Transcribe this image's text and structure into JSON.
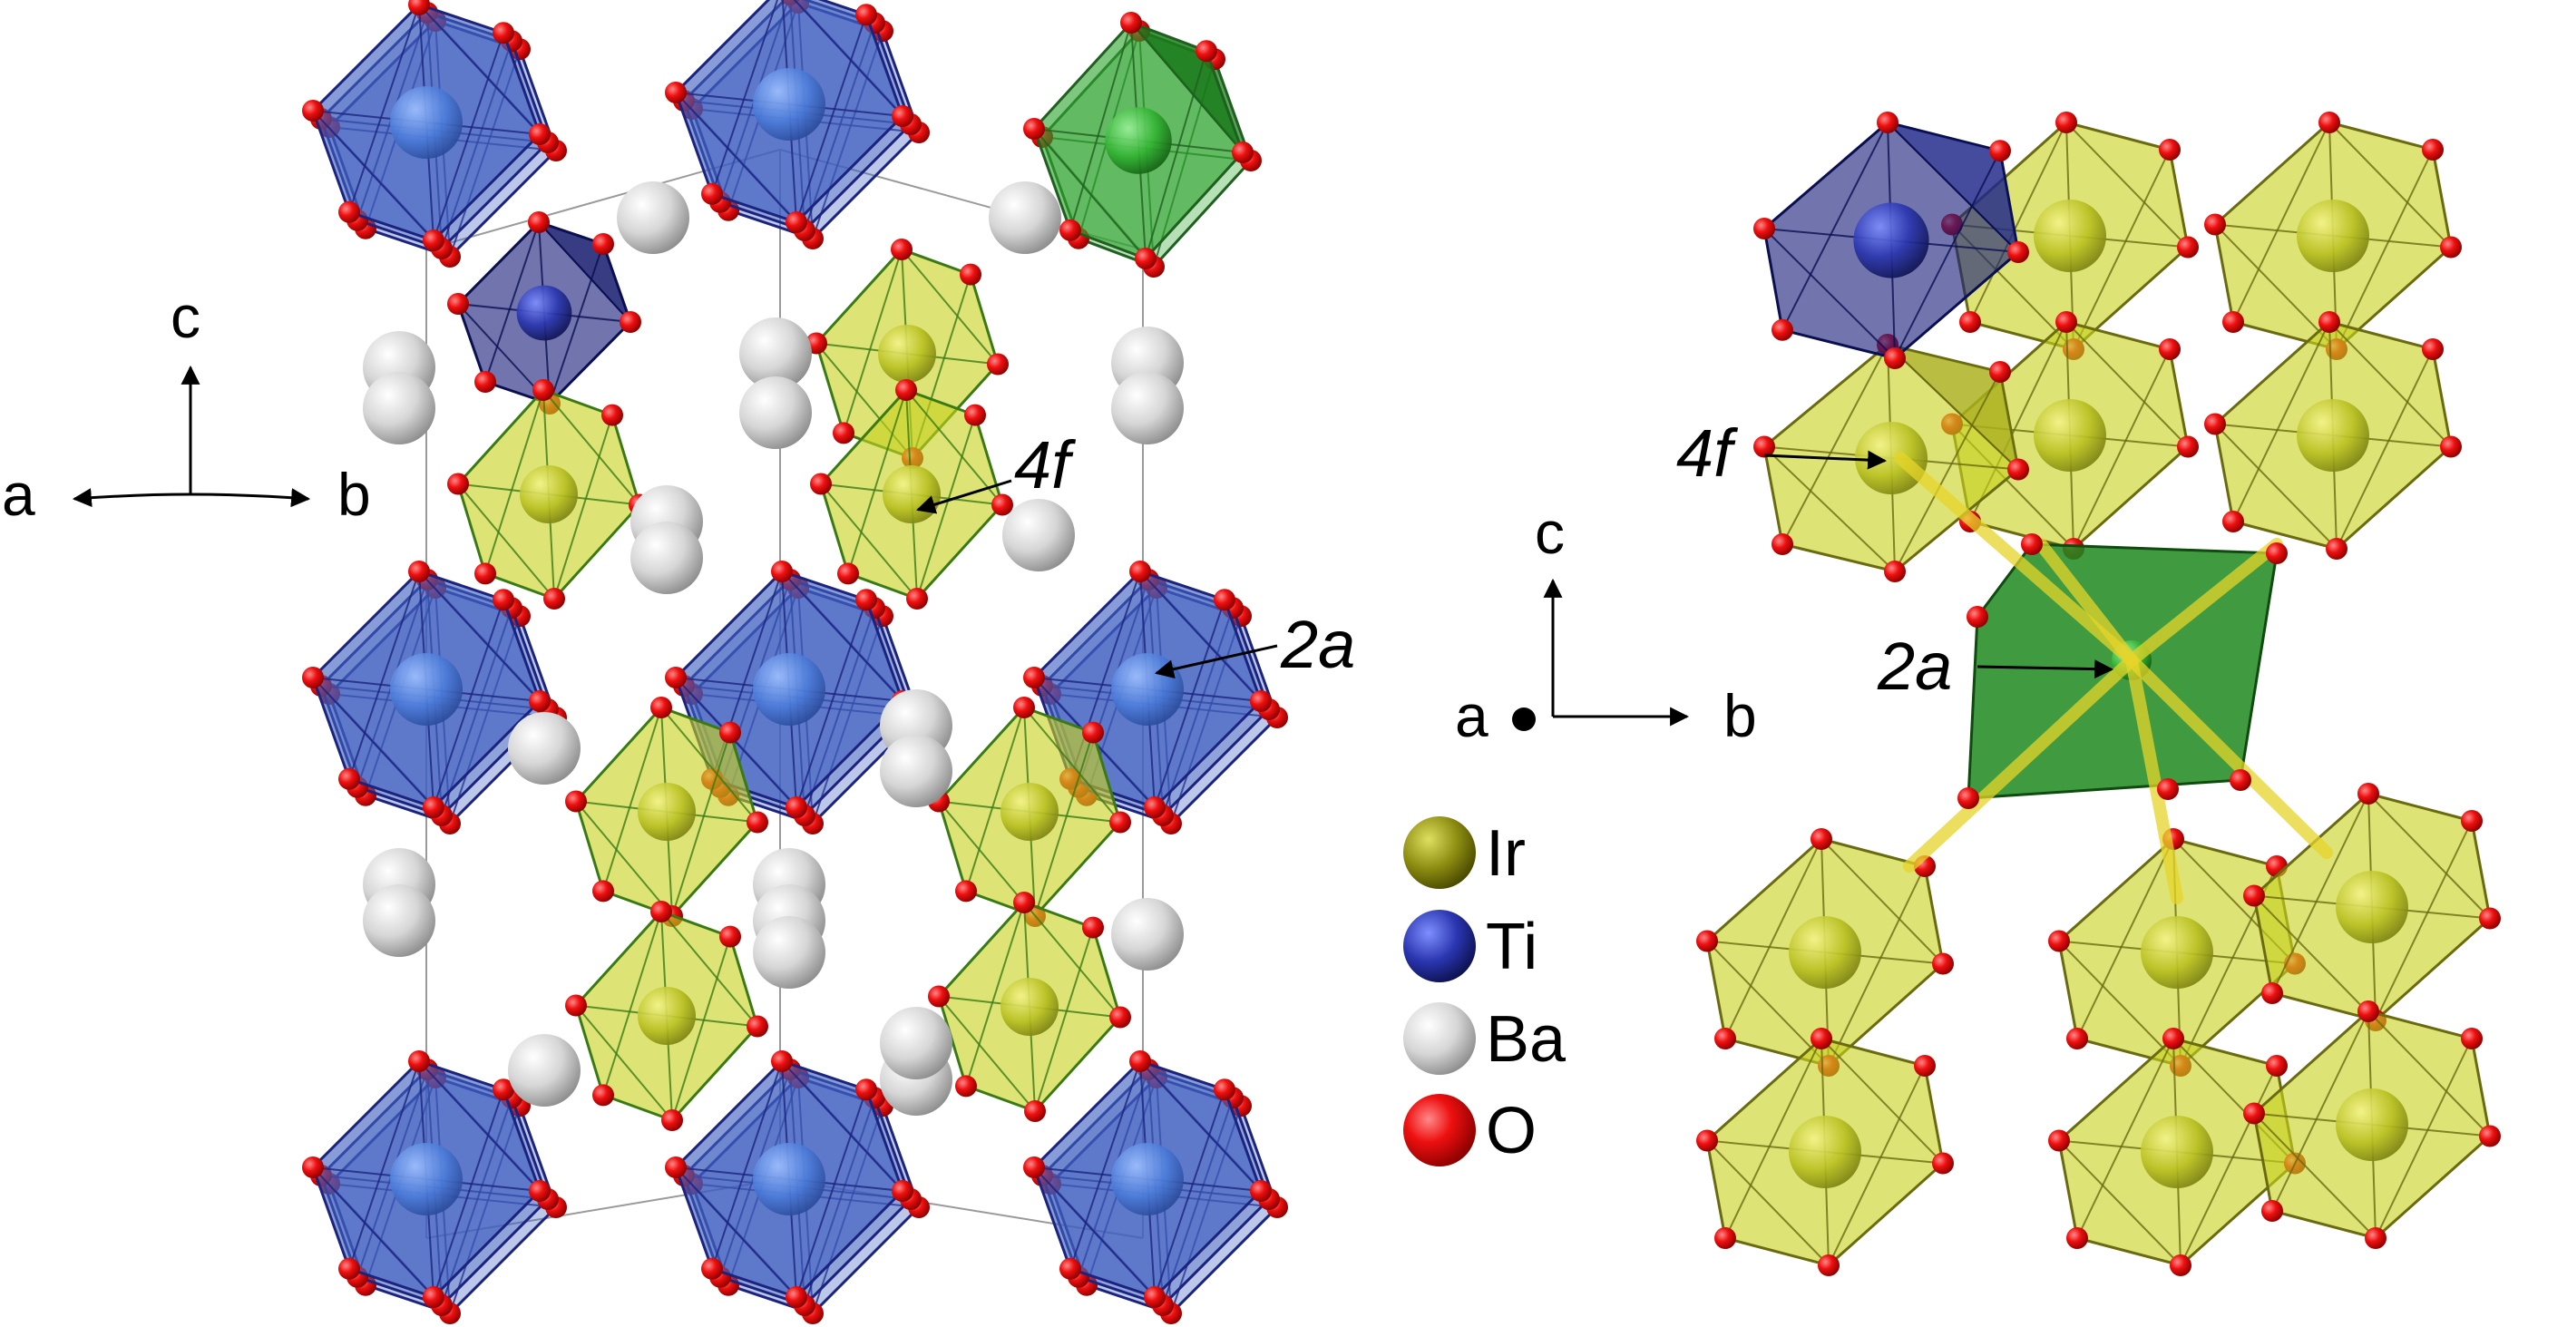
{
  "left_panel": {
    "axes": {
      "c": "c",
      "a": "a",
      "b": "b"
    },
    "site_labels": {
      "f": "4f",
      "a": "2a"
    }
  },
  "right_panel": {
    "axes": {
      "c": "c",
      "a": "a",
      "b": "b"
    },
    "site_labels": {
      "f": "4f",
      "a": "2a"
    }
  },
  "legend": [
    {
      "label": "Ir",
      "color": "#7a7a0a"
    },
    {
      "label": "Ti",
      "color": "#1f2a8c"
    },
    {
      "label": "Ba",
      "color": "#d8d8d8"
    },
    {
      "label": "O",
      "color": "#e00000"
    }
  ],
  "colors": {
    "ti_octahedron": "#3f5fbf",
    "ti_dark": "#1a1f7a",
    "ir_octahedron": "#c8d21e",
    "green_octahedron": "#2fa52f",
    "oxygen": "#e00000",
    "barium": "#d9d9d9"
  }
}
